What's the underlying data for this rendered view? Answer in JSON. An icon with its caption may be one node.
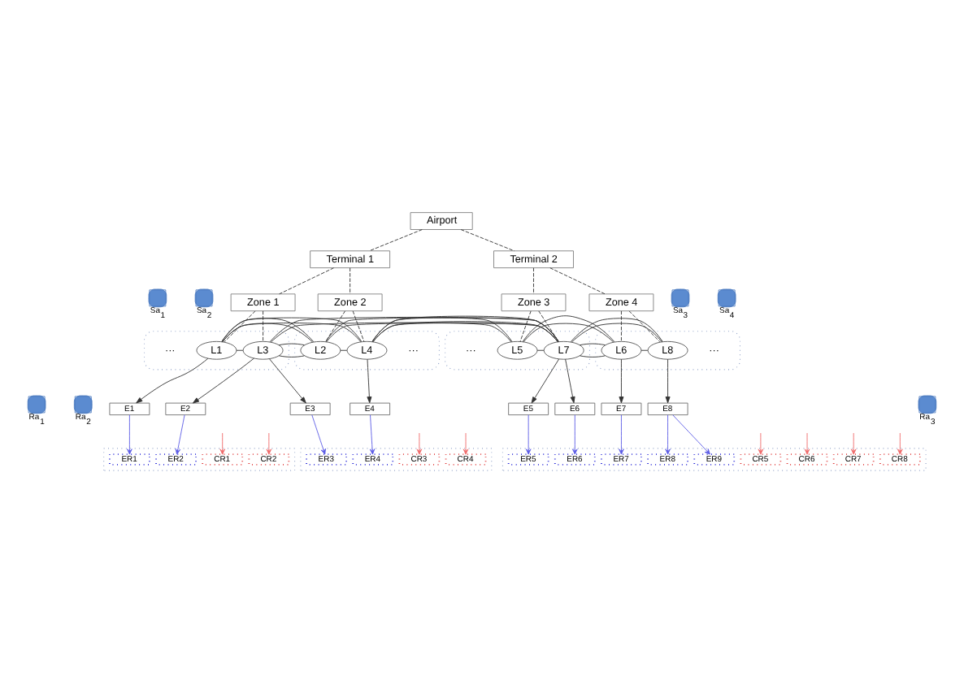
{
  "diagram": {
    "nodes": [
      {
        "text": [
          "Airport"
        ]
      },
      {
        "text": [
          "Terminal 1"
        ]
      },
      {
        "text": [
          "Terminal 2"
        ]
      },
      {
        "text": [
          "Zone 1"
        ]
      },
      {
        "text": [
          "Zone 2"
        ]
      },
      {
        "text": [
          "Zone 3"
        ]
      },
      {
        "text": [
          "Zone 4"
        ]
      },
      {
        "text": [
          "Sa$_{1}$"
        ]
      },
      {
        "text": [
          "Sa$_{2}$"
        ]
      },
      {
        "text": [
          "Sa$_{3}$"
        ]
      },
      {
        "text": [
          "Sa$_{4}$"
        ]
      },
      {
        "text": [],
        "shape": "ellipse"
      },
      {
        "text": [
          "L1"
        ],
        "in": 11
      },
      {
        "text": [
          "L3"
        ],
        "in": 11
      },
      {
        "text": [],
        "shape": "ellipse"
      },
      {
        "text": [
          "L2"
        ],
        "in": 14
      },
      {
        "text": [
          "L4"
        ],
        "in": 14
      },
      {
        "text": [],
        "shape": "ellipse"
      },
      {
        "text": [
          "L5"
        ],
        "in": 17
      },
      {
        "text": [
          "L7"
        ],
        "in": 17
      },
      {
        "text": [],
        "shape": "ellipse"
      },
      {
        "text": [
          "L6"
        ],
        "in": 20
      },
      {
        "text": [
          "L8"
        ],
        "in": 20
      },
      {
        "text": [
          "E1"
        ]
      },
      {
        "text": [
          "E2"
        ]
      },
      {
        "text": [
          "E3"
        ]
      },
      {
        "text": [
          "E4"
        ]
      },
      {
        "text": [
          "E5"
        ]
      },
      {
        "text": [
          "E6"
        ]
      },
      {
        "text": [
          "E7"
        ]
      },
      {
        "text": [
          "E8"
        ]
      },
      {
        "text": [
          "Ra$_{2}$"
        ]
      },
      {
        "text": [
          "Ra$_{3}$"
        ]
      },
      {
        "text": [
          "Ra$_{1}$"
        ]
      },
      {
        "text": [],
        "shape": "box"
      },
      {
        "text": [
          "ER1"
        ],
        "in": 34
      },
      {
        "text": [
          "ER2"
        ],
        "in": 34
      },
      {
        "text": [
          "CR1"
        ],
        "in": 34
      },
      {
        "text": [
          "CR2"
        ],
        "in": 34
      },
      {
        "text": [],
        "shape": "box"
      },
      {
        "text": [
          "ER3"
        ],
        "in": 39
      },
      {
        "text": [
          "ER4"
        ],
        "in": 39
      },
      {
        "text": [
          "CR3"
        ],
        "in": 39
      },
      {
        "text": [
          "CR4"
        ],
        "in": 39
      },
      {
        "text": [],
        "shape": "box"
      },
      {
        "text": [
          "ER5"
        ],
        "in": 44
      },
      {
        "text": [
          "ER6"
        ],
        "in": 44
      },
      {
        "text": [
          "ER7"
        ],
        "in": 44
      },
      {
        "text": [
          "ER8"
        ],
        "in": 44
      },
      {
        "text": [
          "ER9"
        ],
        "in": 44
      },
      {
        "text": [
          "CR5"
        ],
        "in": 44
      },
      {
        "text": [
          "CR6"
        ],
        "in": 44
      },
      {
        "text": [
          "CR7"
        ],
        "in": 44
      },
      {
        "text": [
          "CR8"
        ],
        "in": 44
      }
    ],
    "edges": [
      {
        "from": 0,
        "to": 1,
        "arrow": "none",
        "style": "dashed"
      },
      {
        "from": 0,
        "to": 2,
        "arrow": "none",
        "style": "dashed"
      },
      {
        "from": 1,
        "to": 3,
        "arrow": "none",
        "style": "dashed"
      },
      {
        "from": 1,
        "to": 4,
        "arrow": "none",
        "style": "dashed"
      },
      {
        "from": 2,
        "to": 5,
        "arrow": "none",
        "style": "dashed"
      },
      {
        "from": 2,
        "to": 6,
        "arrow": "none",
        "style": "dashed"
      },
      {
        "from": 3,
        "to": 12,
        "arrow": "none",
        "style": "dashed"
      },
      {
        "from": 3,
        "to": 13,
        "arrow": "none",
        "style": "dashed"
      },
      {
        "from": 4,
        "to": 15,
        "arrow": "none",
        "style": "dashed"
      },
      {
        "from": 4,
        "to": 16,
        "arrow": "none",
        "style": "dashed"
      },
      {
        "from": 5,
        "to": 18,
        "arrow": "none",
        "style": "dashed"
      },
      {
        "from": 5,
        "to": 19,
        "arrow": "none",
        "style": "dashed"
      },
      {
        "from": 6,
        "to": 21,
        "arrow": "none",
        "style": "dashed"
      },
      {
        "from": 6,
        "to": 22,
        "arrow": "none",
        "style": "dashed"
      },
      {
        "from": 12,
        "to": 13,
        "arrow": "none"
      },
      {
        "from": 13,
        "to": 15,
        "arrow": "none"
      },
      {
        "from": 15,
        "to": 16,
        "arrow": "none"
      },
      {
        "from": 16,
        "to": 18,
        "arrow": "none"
      },
      {
        "from": 16,
        "to": 19,
        "arrow": "none"
      },
      {
        "from": 18,
        "to": 19,
        "arrow": "none"
      },
      {
        "from": 19,
        "to": 21,
        "arrow": "none"
      },
      {
        "from": 21,
        "to": 22,
        "arrow": "none"
      },
      {
        "from": 12,
        "to": 15,
        "arrow": "none"
      },
      {
        "from": 12,
        "to": 16,
        "arrow": "none"
      },
      {
        "from": 13,
        "to": 19,
        "arrow": "none"
      },
      {
        "from": 15,
        "to": 19,
        "arrow": "none"
      },
      {
        "from": 18,
        "to": 21,
        "arrow": "none"
      },
      {
        "from": 19,
        "to": 22,
        "arrow": "none"
      },
      {
        "from": 12,
        "to": 23,
        "arrow": "to"
      },
      {
        "from": 13,
        "to": 24,
        "arrow": "to"
      },
      {
        "from": 13,
        "to": 25,
        "arrow": "to"
      },
      {
        "from": 16,
        "to": 26,
        "arrow": "to"
      },
      {
        "from": 19,
        "to": 27,
        "arrow": "to"
      },
      {
        "from": 19,
        "to": 28,
        "arrow": "to"
      },
      {
        "from": 21,
        "to": 29,
        "arrow": "to"
      },
      {
        "from": 22,
        "to": 30,
        "arrow": "to"
      },
      {
        "from": 23,
        "to": 35,
        "arrow": "to",
        "color": "#5c5ce6"
      },
      {
        "from": 24,
        "to": 36,
        "arrow": "to",
        "color": "#5c5ce6"
      },
      {
        "from": 25,
        "to": 40,
        "arrow": "to",
        "color": "#5c5ce6"
      },
      {
        "from": 26,
        "to": 41,
        "arrow": "to",
        "color": "#5c5ce6"
      },
      {
        "from": 27,
        "to": 45,
        "arrow": "to",
        "color": "#5c5ce6"
      },
      {
        "from": 28,
        "to": 46,
        "arrow": "to",
        "color": "#5c5ce6"
      },
      {
        "from": 29,
        "to": 47,
        "arrow": "to",
        "color": "#5c5ce6"
      },
      {
        "from": 30,
        "to": 48,
        "arrow": "to",
        "color": "#5c5ce6"
      },
      {
        "from": 30,
        "to": 49,
        "arrow": "to",
        "color": "#5c5ce6"
      },
      {
        "from": null,
        "to": 37,
        "arrow": "to",
        "color": "#f06b6b"
      },
      {
        "from": null,
        "to": 38,
        "arrow": "to",
        "color": "#f06b6b"
      },
      {
        "from": null,
        "to": 42,
        "arrow": "to",
        "color": "#f06b6b"
      },
      {
        "from": null,
        "to": 43,
        "arrow": "to",
        "color": "#f06b6b"
      },
      {
        "from": null,
        "to": 50,
        "arrow": "to",
        "color": "#f06b6b"
      },
      {
        "from": null,
        "to": 51,
        "arrow": "to",
        "color": "#f06b6b"
      },
      {
        "from": null,
        "to": 52,
        "arrow": "to",
        "color": "#f06b6b"
      },
      {
        "from": null,
        "to": 53,
        "arrow": "to",
        "color": "#f06b6b"
      }
    ],
    "labels": [
      "···",
      "···",
      "···",
      "···"
    ]
  }
}
